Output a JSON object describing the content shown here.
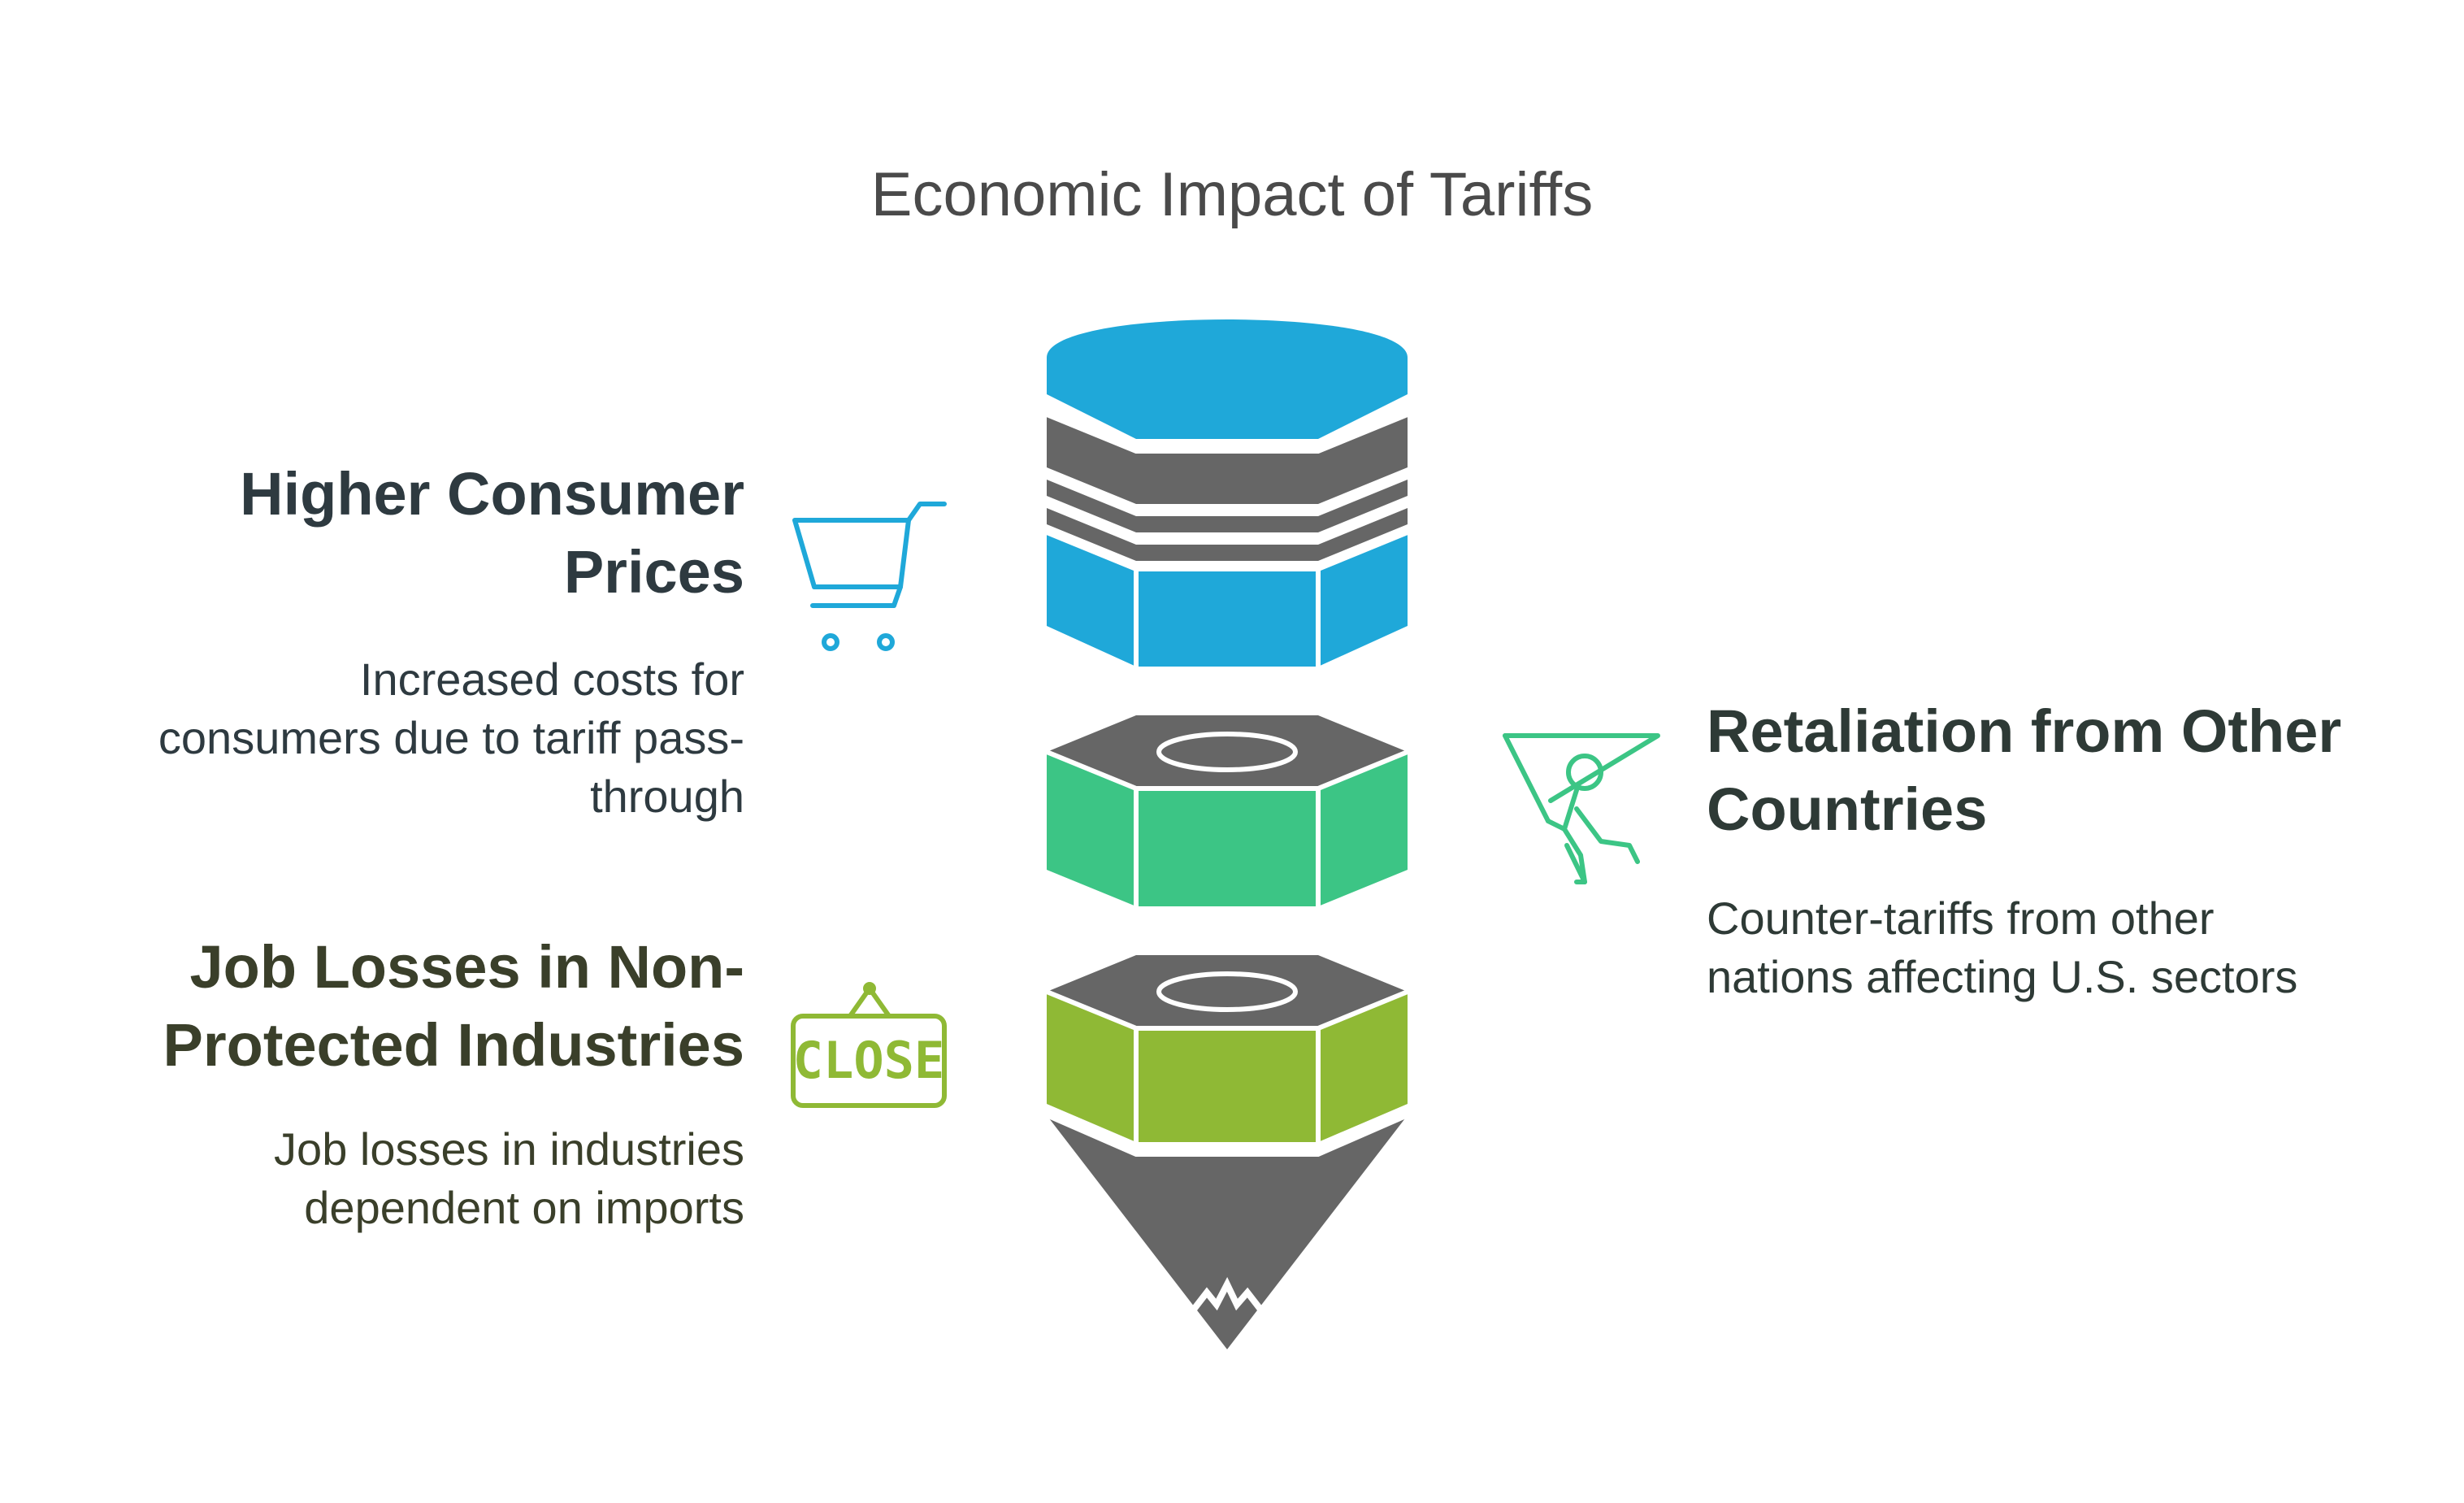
{
  "title": "Economic Impact of Tariffs",
  "items": [
    {
      "heading_lines": [
        "Higher Consumer",
        "Prices"
      ],
      "description_lines": [
        "Increased costs for",
        "consumers due to tariff pass-",
        "through"
      ],
      "icon": "shopping-cart-icon",
      "color": "#1fa8d9",
      "text_color": "#2e3a40"
    },
    {
      "heading_lines": [
        "Retaliation from Other",
        "Countries"
      ],
      "description_lines": [
        "Counter-tariffs from other",
        "nations affecting U.S. sectors"
      ],
      "icon": "person-with-flag-icon",
      "color": "#3cc585",
      "text_color": "#2e3a36"
    },
    {
      "heading_lines": [
        "Job Losses in Non-",
        "Protected Industries"
      ],
      "description_lines": [
        "Job losses in industries",
        "dependent on imports"
      ],
      "icon": "close-sign-icon",
      "icon_label": "CLOSE",
      "color": "#8fb935",
      "text_color": "#3a3f2a"
    }
  ],
  "colors": {
    "body_gray": "#666666",
    "title": "#4a4a4a",
    "outline": "#ffffff"
  }
}
